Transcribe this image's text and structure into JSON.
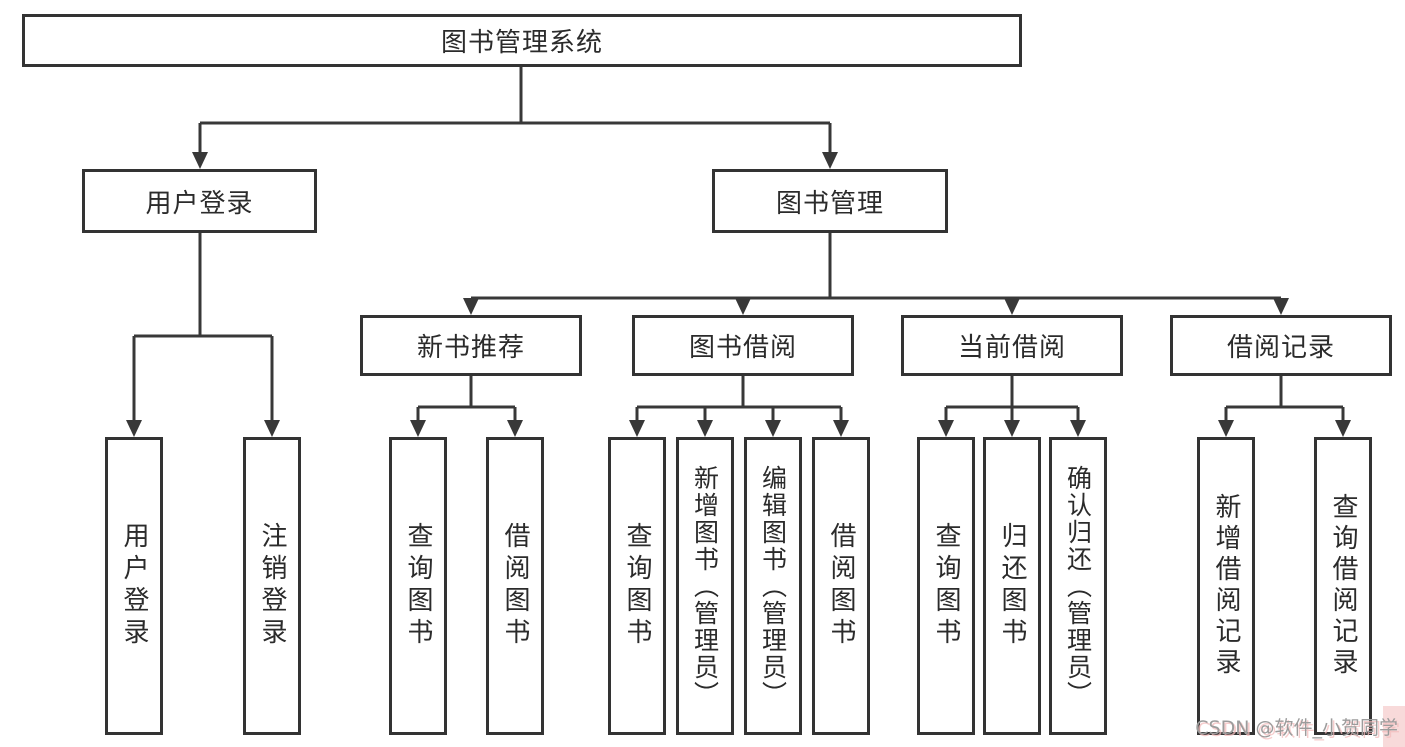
{
  "theme": {
    "background": "#ffffff",
    "line": "#383838",
    "box-border": "#333333",
    "box-fill": "#ffffff",
    "text": "#2b2b2b",
    "watermark-text": "#9c9c9c",
    "watermark-accent": "#f3bcbc"
  },
  "nodes": {
    "root": {
      "label": "图书管理系统"
    },
    "userLogin": {
      "label": "用户登录"
    },
    "bookMgmt": {
      "label": "图书管理"
    },
    "newBookRec": {
      "label": "新书推荐"
    },
    "bookBorrow": {
      "label": "图书借阅"
    },
    "currentBorrow": {
      "label": "当前借阅"
    },
    "borrowRecord": {
      "label": "借阅记录"
    },
    "login": {
      "label": "用户登录"
    },
    "logout": {
      "label": "注销登录"
    },
    "queryBookA": {
      "label": "查询图书"
    },
    "borrowBookA": {
      "label": "借阅图书"
    },
    "queryBookB": {
      "label": "查询图书"
    },
    "addBook": {
      "label": "新增图书（管理员）"
    },
    "editBook": {
      "label": "编辑图书（管理员）"
    },
    "borrowBookB": {
      "label": "借阅图书"
    },
    "queryBookC": {
      "label": "查询图书"
    },
    "returnBook": {
      "label": "归还图书"
    },
    "confirmReturn": {
      "label": "确认归还（管理员）"
    },
    "addBorrowRecord": {
      "label": "新增借阅记录"
    },
    "queryBorrowRecord": {
      "label": "查询借阅记录"
    }
  },
  "hierarchy": {
    "图书管理系统": {
      "用户登录": [
        "用户登录",
        "注销登录"
      ],
      "图书管理": {
        "新书推荐": [
          "查询图书",
          "借阅图书"
        ],
        "图书借阅": [
          "查询图书",
          "新增图书（管理员）",
          "编辑图书（管理员）",
          "借阅图书"
        ],
        "当前借阅": [
          "查询图书",
          "归还图书",
          "确认归还（管理员）"
        ],
        "借阅记录": [
          "新增借阅记录",
          "查询借阅记录"
        ]
      }
    }
  },
  "watermark": {
    "text": "CSDN @软件_小贺同学"
  }
}
